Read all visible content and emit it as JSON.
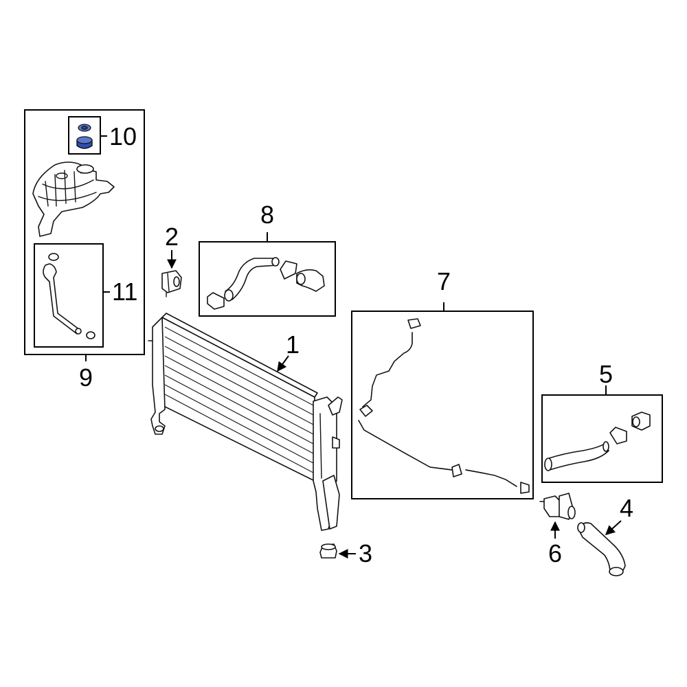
{
  "callouts": {
    "c1": "1",
    "c2": "2",
    "c3": "3",
    "c4": "4",
    "c5": "5",
    "c6": "6",
    "c7": "7",
    "c8": "8",
    "c9": "9",
    "c10": "10",
    "c11": "11"
  },
  "colors": {
    "cap_highlight": "#2d4db0",
    "line": "#000000",
    "background": "#ffffff"
  }
}
